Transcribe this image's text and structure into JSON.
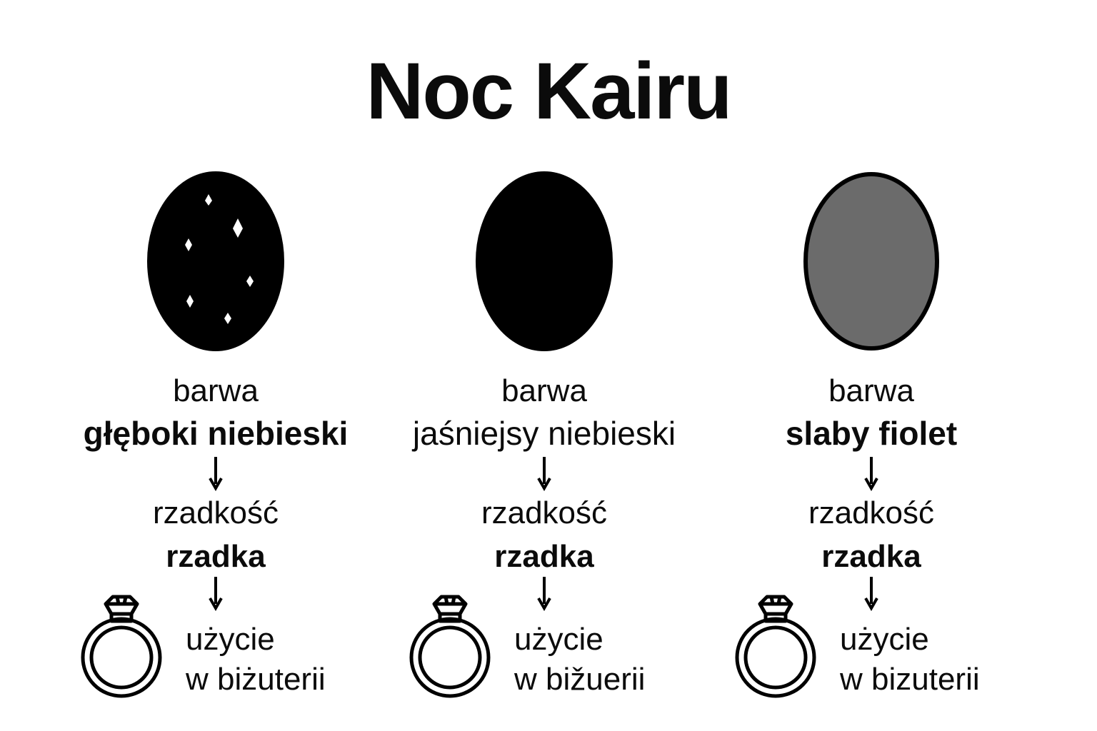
{
  "title": "Noc Kairu",
  "columns": [
    {
      "stone_color": "#000000",
      "stone_border": "#000000",
      "sparkles": true,
      "attr_label": "barwa",
      "attr_value": "głęboki niebieski",
      "rarity_label": "rzadkość",
      "rarity_value": "rzadka",
      "usage_line1": "użycie",
      "usage_line2": "w biżuterii"
    },
    {
      "stone_color": "#000000",
      "stone_border": "#000000",
      "sparkles": false,
      "attr_label": "barwa",
      "attr_value": "jaśniejsy niebieski",
      "rarity_label": "rzadkość",
      "rarity_value": "rzadka",
      "usage_line1": "użycie",
      "usage_line2": "w bižuerii"
    },
    {
      "stone_color": "#6b6b6b",
      "stone_border": "#000000",
      "sparkles": false,
      "attr_label": "barwa",
      "attr_value": "slaby fiolet",
      "rarity_label": "rzadkość",
      "rarity_value": "rzadka",
      "usage_line1": "użycie",
      "usage_line2": "w bizuterii"
    }
  ],
  "icons": {
    "stone": "oval-gemstone-icon",
    "arrow": "arrow-down-icon",
    "ring": "diamond-ring-icon"
  }
}
